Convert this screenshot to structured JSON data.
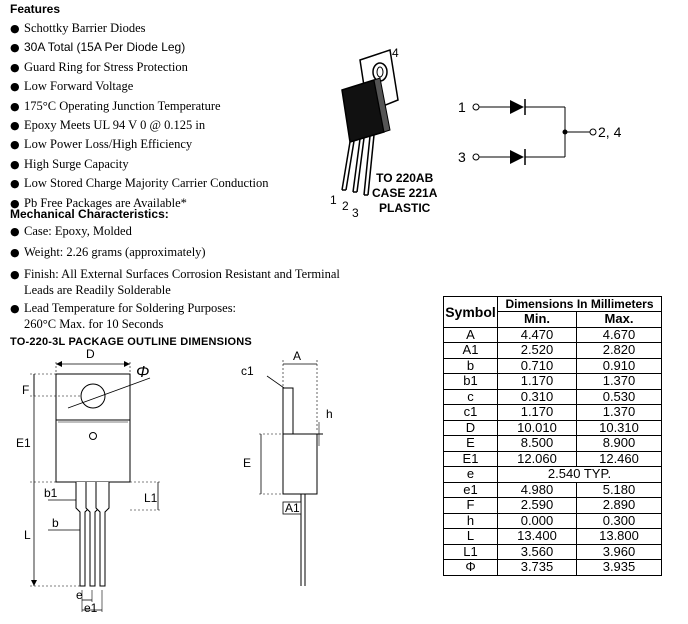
{
  "features": {
    "title": "Features",
    "items": [
      "Schottky Barrier Diodes",
      "30A Total (15A Per Diode Leg)",
      "Guard Ring for Stress Protection",
      "Low Forward Voltage",
      "175°C Operating Junction Temperature",
      "Epoxy Meets UL 94 V 0 @ 0.125 in",
      "Low Power Loss/High Efficiency",
      "High Surge Capacity",
      "Low Stored Charge Majority Carrier Conduction",
      "Pb Free Packages are Available*"
    ]
  },
  "mechanical": {
    "title": "Mechanical Characteristics:",
    "items": [
      "Case: Epoxy, Molded",
      "Weight: 2.26 grams (approximately)",
      "Finish: All External Surfaces Corrosion Resistant and Terminal",
      "Leads are Readily Solderable",
      "Lead Temperature for Soldering Purposes:",
      "260°C Max. for 10 Seconds"
    ]
  },
  "package": {
    "line1": "TO 220AB",
    "line2": "CASE 221A",
    "line3": "PLASTIC",
    "pin_labels": [
      "1",
      "2",
      "3",
      "4"
    ]
  },
  "schematic": {
    "pin1": "1",
    "pin3": "3",
    "common": "2, 4"
  },
  "outline": {
    "title": "TO-220-3L  PACKAGE  OUTLINE  DIMENSIONS",
    "labels": {
      "D": "D",
      "phi": "Φ",
      "F": "F",
      "E1": "E1",
      "b1": "b1",
      "L1": "L1",
      "b": "b",
      "L": "L",
      "e": "e",
      "e1": "e1",
      "c1": "c1",
      "A": "A",
      "h": "h",
      "E": "E",
      "A1": "A1"
    }
  },
  "table": {
    "symbol_header": "Symbol",
    "dims_header": "Dimensions In Millimeters",
    "min_header": "Min.",
    "max_header": "Max.",
    "rows": [
      {
        "sym": "A",
        "min": "4.470",
        "max": "4.670"
      },
      {
        "sym": "A1",
        "min": "2.520",
        "max": "2.820"
      },
      {
        "sym": "b",
        "min": "0.710",
        "max": "0.910"
      },
      {
        "sym": "b1",
        "min": "1.170",
        "max": "1.370"
      },
      {
        "sym": "c",
        "min": "0.310",
        "max": "0.530"
      },
      {
        "sym": "c1",
        "min": "1.170",
        "max": "1.370"
      },
      {
        "sym": "D",
        "min": "10.010",
        "max": "10.310"
      },
      {
        "sym": "E",
        "min": "8.500",
        "max": "8.900"
      },
      {
        "sym": "E1",
        "min": "12.060",
        "max": "12.460"
      },
      {
        "sym": "e",
        "span": "2.540 TYP."
      },
      {
        "sym": "e1",
        "min": "4.980",
        "max": "5.180"
      },
      {
        "sym": "F",
        "min": "2.590",
        "max": "2.890"
      },
      {
        "sym": "h",
        "min": "0.000",
        "max": "0.300"
      },
      {
        "sym": "L",
        "min": "13.400",
        "max": "13.800"
      },
      {
        "sym": "L1",
        "min": "3.560",
        "max": "3.960"
      },
      {
        "sym": "Φ",
        "min": "3.735",
        "max": "3.935"
      }
    ]
  }
}
